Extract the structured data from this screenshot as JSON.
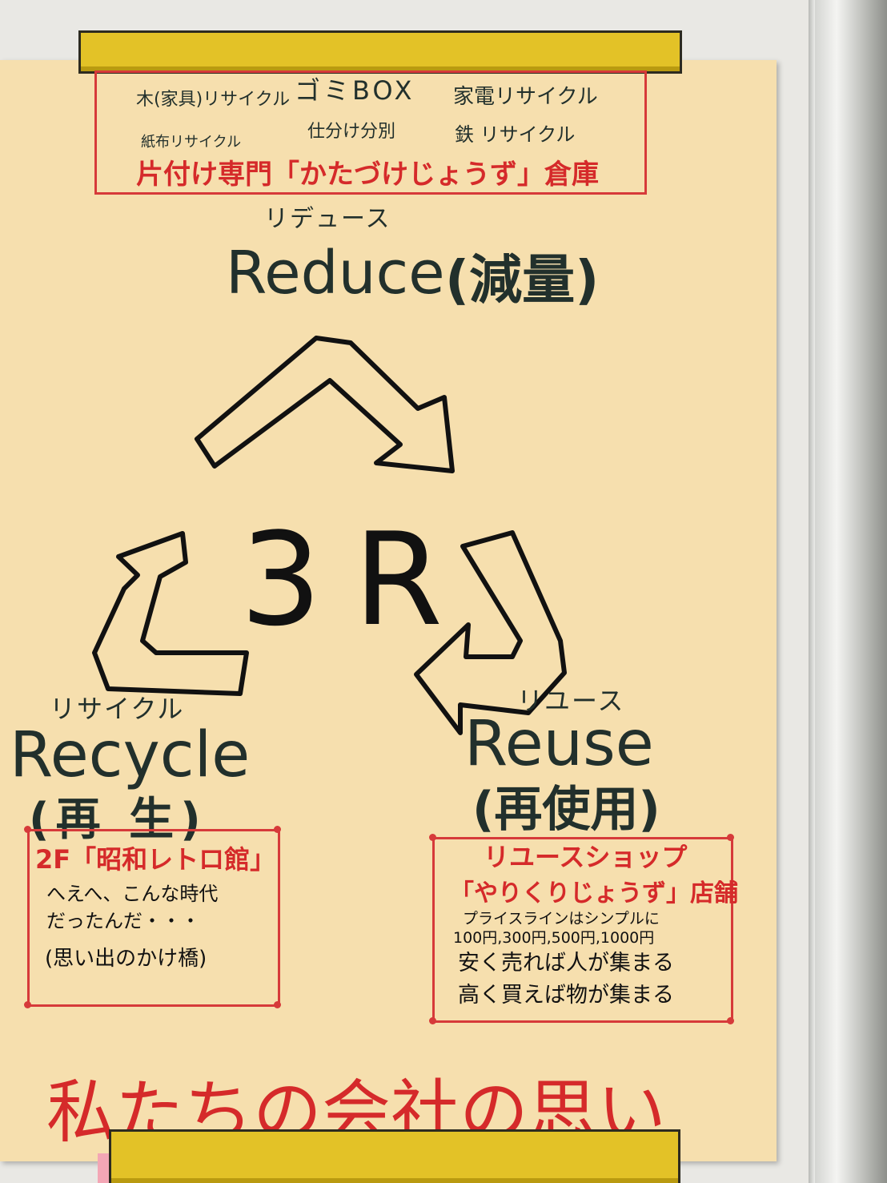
{
  "flow_box": {
    "top_center": "ゴミBOX",
    "wood": "木(家具)リサイクル",
    "appliance": "家電リサイクル",
    "sorting": "仕分け分別",
    "iron": "鉄 リサイクル",
    "paper_cloth": "紙布リサイクル",
    "warehouse": "片付け専門「かたづけじょうず」倉庫"
  },
  "reduce": {
    "kana": "リデュース",
    "label": "Reduce",
    "kanji": "(減量)"
  },
  "center": {
    "label": "3R"
  },
  "recycle": {
    "kana": "リサイクル",
    "label": "Recycle",
    "kanji": "(再 生)"
  },
  "reuse": {
    "kana": "リユース",
    "label": "Reuse",
    "kanji": "(再使用)"
  },
  "left_box": {
    "title": "2F「昭和レトロ館」",
    "line1": "へえへ、こんな時代",
    "line2": "だったんだ・・・",
    "line3": "(思い出のかけ橋)"
  },
  "right_box": {
    "title1": "リユースショップ",
    "title2": "「やりくりじょうず」店舗",
    "line1": "プライスラインはシンプルに",
    "line2": "100円,300円,500円,1000円",
    "line3": "安く売れば人が集まる",
    "line4": "高く買えば物が集まる"
  },
  "footer": {
    "label": "私たちの会社の思い"
  },
  "colors": {
    "paper": "#f6dfae",
    "ink_dark": "#22302c",
    "ink_red": "#d52a2a",
    "magnet": "#e3c227"
  }
}
